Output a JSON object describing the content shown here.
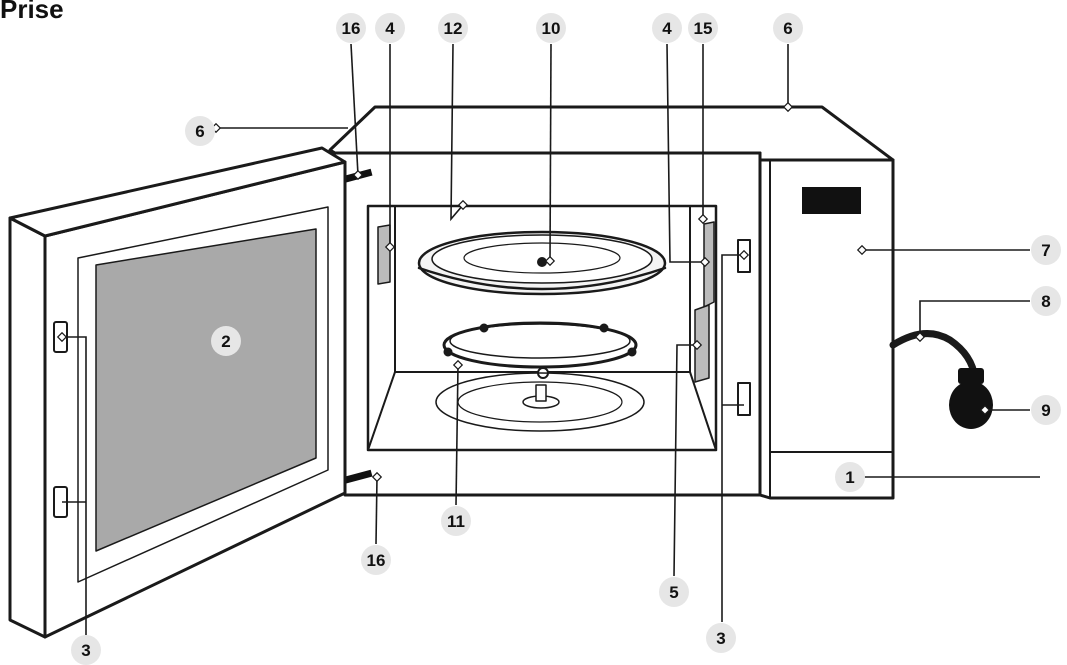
{
  "page": {
    "title": "Prise"
  },
  "colors": {
    "stroke": "#1a1a1a",
    "glass": "#a9a9a9",
    "badge": "#e6e6e6",
    "plug": "#111111"
  },
  "callouts": [
    "1",
    "2",
    "3",
    "3",
    "4",
    "4",
    "5",
    "6",
    "6",
    "7",
    "8",
    "9",
    "10",
    "11",
    "12",
    "15",
    "16",
    "16"
  ]
}
